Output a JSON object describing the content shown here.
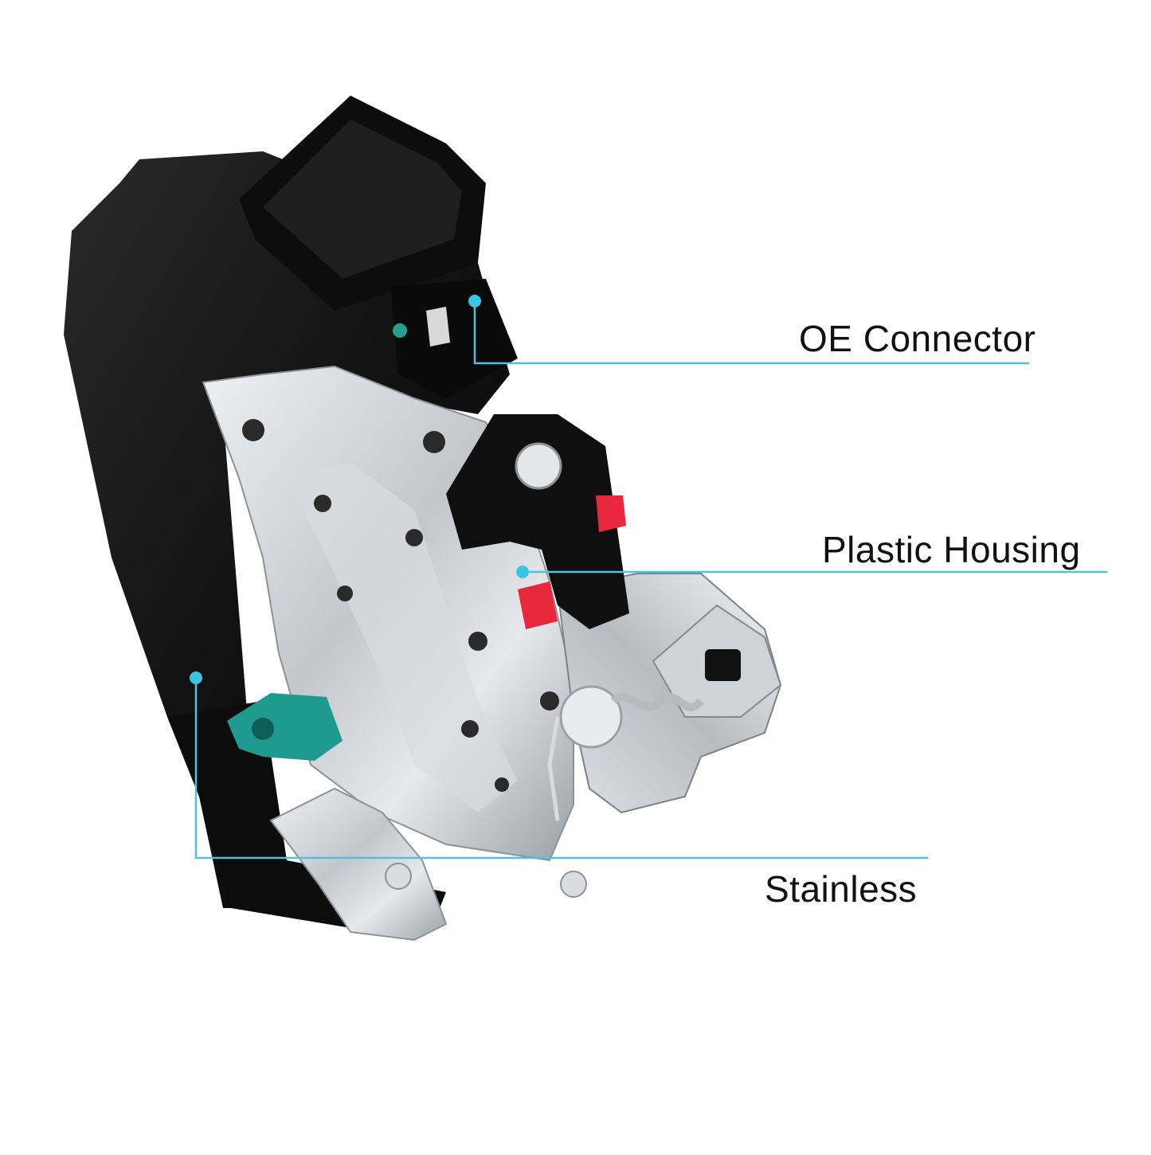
{
  "colors": {
    "callout_line": "#4ec3dc",
    "callout_dot": "#39c6e4",
    "housing_black": "#141414",
    "metal_silver": "#c9ccd1",
    "accent_red": "#e8273c",
    "accent_teal": "#1f9a8e"
  },
  "callouts": [
    {
      "id": "oe-connector",
      "label": "OE Connector"
    },
    {
      "id": "plastic-housing",
      "label": "Plastic Housing"
    },
    {
      "id": "stainless",
      "label": "Stainless"
    }
  ]
}
